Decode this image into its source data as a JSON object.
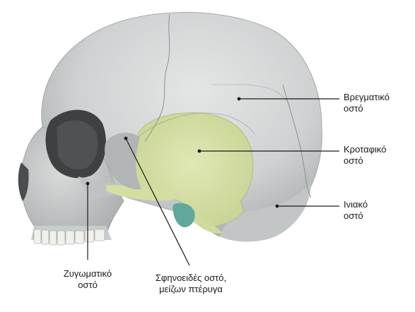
{
  "labels": {
    "parietal": {
      "line1": "Βρεγματικό",
      "line2": "οστό"
    },
    "temporal": {
      "line1": "Κροταφικό",
      "line2": "οστό"
    },
    "occipital": {
      "line1": "Ινιακό",
      "line2": "οστό"
    },
    "zygomatic": {
      "line1": "Ζυγωματικό",
      "line2": "οστό"
    },
    "sphenoid": {
      "line1": "Σφηνοειδές οστό,",
      "line2": "μείζων πτέρυγα"
    }
  },
  "colors": {
    "bone": "#d3d5d5",
    "bone_shadow": "#a9acad",
    "highlight": "#d6e2a4",
    "teal_process": "#5fa89a",
    "leader": "#1a1a1a"
  }
}
